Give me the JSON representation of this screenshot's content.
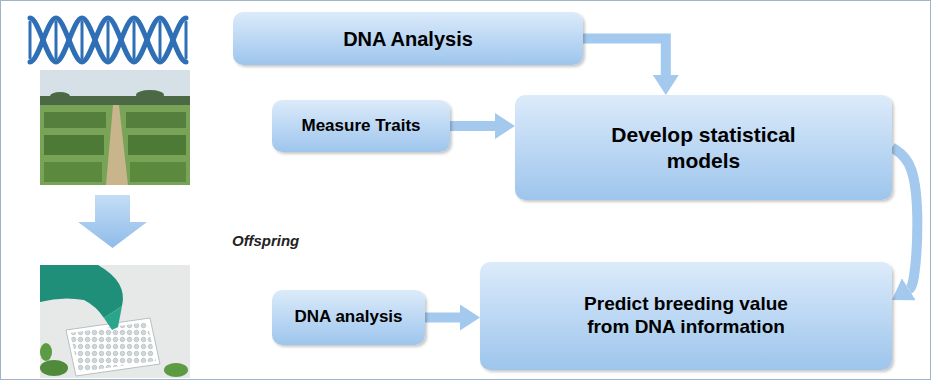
{
  "diagram": {
    "nodes": [
      {
        "text": [
          "DNA Analysis"
        ]
      },
      {
        "text": [
          "Measure Traits"
        ]
      },
      {
        "text": [
          "Develop statistical models"
        ]
      },
      {
        "text": [
          "DNA analysis"
        ]
      },
      {
        "text": [
          "Predict breeding value from DNA information"
        ]
      }
    ],
    "edges": [
      {
        "from": 0,
        "to": 2,
        "arrow": "to"
      },
      {
        "from": 1,
        "to": 2,
        "arrow": "to"
      },
      {
        "from": 2,
        "to": 4,
        "arrow": "to"
      },
      {
        "from": 3,
        "to": 4,
        "arrow": "to"
      }
    ],
    "labels": [
      "Offspring"
    ]
  }
}
